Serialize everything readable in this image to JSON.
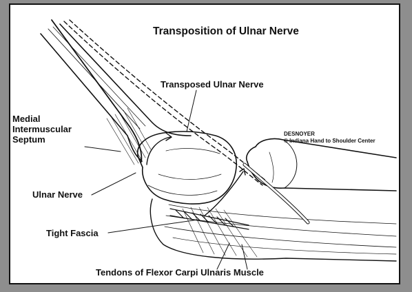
{
  "title": "Transposition of Ulnar Nerve",
  "labels": {
    "transposed": "Transposed Ulnar Nerve",
    "septum": [
      "Medial",
      "Intermuscular",
      "Septum"
    ],
    "ulnar_nerve": "Ulnar Nerve",
    "tight_fascia": "Tight Fascia",
    "tendons": "Tendons of Flexor Carpi Ulnaris Muscle"
  },
  "credit": {
    "artist": "DESNOYER",
    "owner": "© Indiana Hand to Shoulder Center"
  },
  "colors": {
    "background": "#8e8e8e",
    "panel": "#ffffff",
    "ink": "#111111"
  }
}
